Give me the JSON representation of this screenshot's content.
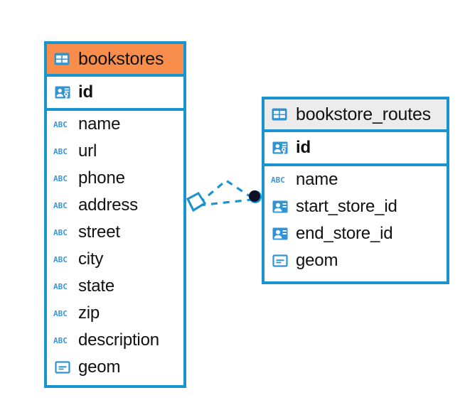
{
  "diagram": {
    "type": "entity-relationship-diagram",
    "colors": {
      "border": "#1a93d1",
      "header_accent": "#f98d4c",
      "header_neutral": "#ececec",
      "icon_blue": "#2f93d4",
      "text": "#111111",
      "connector": "#1a93d1",
      "connector_endpoint": "#111126"
    },
    "entities": [
      {
        "name": "bookstores",
        "header_icon": "table-icon",
        "header_style": "accent-orange",
        "primary_keys": [
          {
            "label": "id",
            "icon": "primary-key-icon",
            "type": "key"
          }
        ],
        "fields": [
          {
            "label": "name",
            "icon": "text-field-icon",
            "type": "abc"
          },
          {
            "label": "url",
            "icon": "text-field-icon",
            "type": "abc"
          },
          {
            "label": "phone",
            "icon": "text-field-icon",
            "type": "abc"
          },
          {
            "label": "address",
            "icon": "text-field-icon",
            "type": "abc"
          },
          {
            "label": "street",
            "icon": "text-field-icon",
            "type": "abc"
          },
          {
            "label": "city",
            "icon": "text-field-icon",
            "type": "abc"
          },
          {
            "label": "state",
            "icon": "text-field-icon",
            "type": "abc"
          },
          {
            "label": "zip",
            "icon": "text-field-icon",
            "type": "abc"
          },
          {
            "label": "description",
            "icon": "text-field-icon",
            "type": "abc"
          },
          {
            "label": "geom",
            "icon": "geometry-field-icon",
            "type": "geom"
          }
        ]
      },
      {
        "name": "bookstore_routes",
        "header_icon": "table-icon",
        "header_style": "accent-gray",
        "primary_keys": [
          {
            "label": "id",
            "icon": "primary-key-icon",
            "type": "key"
          }
        ],
        "fields": [
          {
            "label": "name",
            "icon": "text-field-icon",
            "type": "abc"
          },
          {
            "label": "start_store_id",
            "icon": "foreign-key-icon",
            "type": "fk"
          },
          {
            "label": "end_store_id",
            "icon": "foreign-key-icon",
            "type": "fk"
          },
          {
            "label": "geom",
            "icon": "geometry-field-icon",
            "type": "geom"
          }
        ]
      }
    ],
    "relationship": {
      "style": "dashed",
      "source_marker": "diamond-marker",
      "target_marker": "filled-circle-marker",
      "lines": 2
    }
  }
}
